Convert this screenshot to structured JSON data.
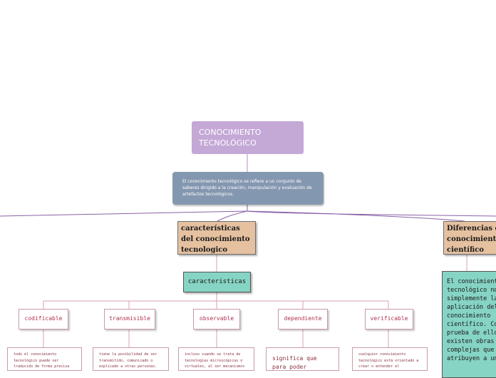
{
  "root": {
    "title": "CONOCIMIENTO TECNOLÓGICO"
  },
  "definition": {
    "text": "El conocimiento tecnológico se refiere a un conjunto de saberes dirigido a la creación, manipulación y evaluación de artefactos tecnológicos."
  },
  "branch_left": {
    "title": "características del conocimiento tecnologico"
  },
  "branch_right": {
    "title": "Diferencias c conocimiento científico",
    "body": "El conocimient tecnológico no simplemente la aplicación del conocimiento científico. Co prueba de ello existen obras complejas que atribuyen a un"
  },
  "characteristics_header": "caracteristicas",
  "items": [
    {
      "label": "codificable",
      "detail": "todo el conocimiento tecnológico puede ser traducido de forma precisa en códigos físicos"
    },
    {
      "label": "transmisible",
      "detail": "tiene la posibilidad de ser transmitido, comunicado o explicado a otras personas. Esto no solo el autor"
    },
    {
      "label": "observable",
      "detail": "incluso cuando se trata de tecnologías microscópicas o virtuales, al ser mecanismos"
    },
    {
      "label": "dependiente",
      "detail": "significa que para poder"
    },
    {
      "label": "verificable",
      "detail": "cualquier conocimiento tecnológico está orientado a crear o entender el funcionamiento de"
    }
  ],
  "colors": {
    "root": "#c4a8d6",
    "definition": "#8497b0",
    "branch": "#e5c1a0",
    "teal": "#86d4c3",
    "accent": "#b03050"
  }
}
